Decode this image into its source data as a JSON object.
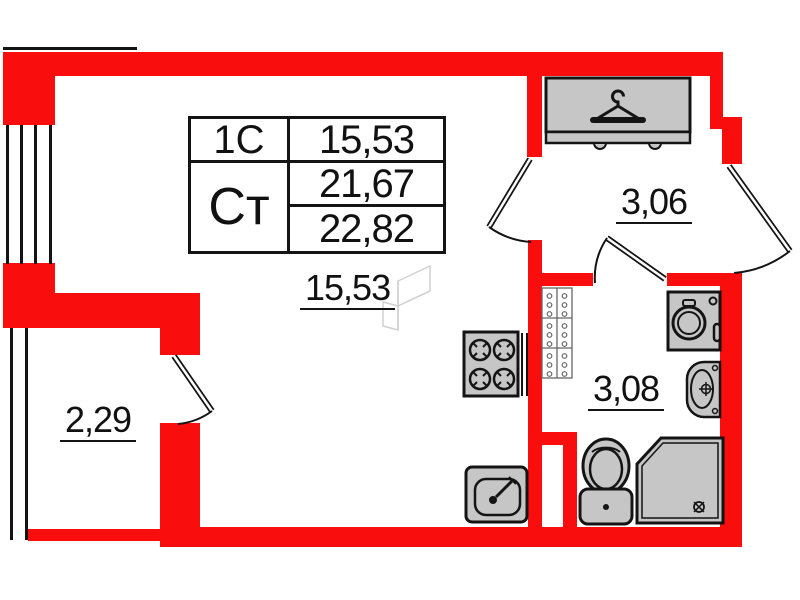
{
  "title": "Studio apartment floor plan",
  "colors": {
    "wall": "#f90d0d",
    "furniture": "#c6c6c6",
    "outline": "#141414",
    "muted": "#666666",
    "watermark": "#d0d0d0",
    "bg": "#ffffff",
    "text": "#111111"
  },
  "info_table": {
    "unit_type": "1С",
    "living_area": "15,53",
    "plan_code": "Ст",
    "area_main": "21,67",
    "area_total": "22,82"
  },
  "rooms": {
    "living": {
      "label": "15,53"
    },
    "hallway": {
      "label": "3,06"
    },
    "bathroom": {
      "label": "3,08"
    },
    "balcony": {
      "label": "2,29"
    }
  },
  "symbols": [
    "hanger-icon",
    "stove-icon",
    "kitchen-sink-icon",
    "toilet-icon",
    "shower-tray-icon",
    "washing-machine-icon",
    "washbasin-icon",
    "faucet-symbol",
    "utility-riser-icon",
    "window-symbol",
    "door-swing-symbol",
    "developer-watermark"
  ]
}
